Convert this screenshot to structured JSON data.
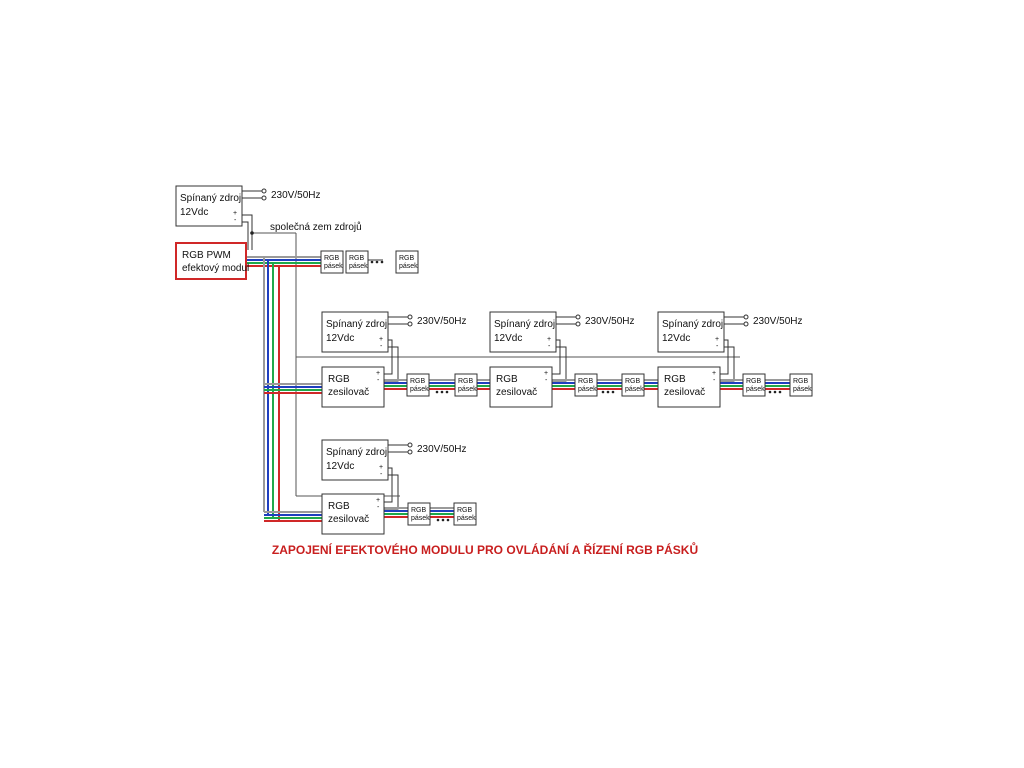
{
  "labels": {
    "psu_line1": "Spínaný zdroj",
    "psu_line2": "12Vdc",
    "mains": "230V/50Hz",
    "common_ground": "společná zem zdrojů",
    "pwm_line1": "RGB  PWM",
    "pwm_line2": "efektový modul",
    "amp_line1": "RGB",
    "amp_line2": "zesilovač",
    "strip_line1": "RGB",
    "strip_line2": "pásek",
    "plus": "+",
    "minus": "-"
  },
  "caption": "ZAPOJENÍ EFEKTOVÉHO MODULU PRO OVLÁDÁNÍ A ŘÍZENÍ RGB PÁSKŮ",
  "colors": {
    "gray_wire": "#9a9a9a",
    "blue_wire": "#1f3fbf",
    "green_wire": "#1fa84a",
    "red_wire": "#d02828",
    "caption": "#c81e1e"
  }
}
